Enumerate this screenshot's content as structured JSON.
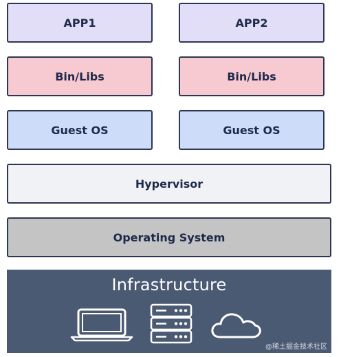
{
  "layers": {
    "app1": "APP1",
    "app2": "APP2",
    "bin_libs_1": "Bin/Libs",
    "bin_libs_2": "Bin/Libs",
    "guest_os_1": "Guest OS",
    "guest_os_2": "Guest OS",
    "hypervisor": "Hypervisor",
    "operating_system": "Operating System"
  },
  "infrastructure": {
    "title": "Infrastructure",
    "icons": [
      "laptop-icon",
      "server-icon",
      "cloud-icon"
    ]
  },
  "watermark": "@稀土掘金技术社区",
  "colors": {
    "app": "#e3def7",
    "bin_libs": "#f7c9d1",
    "guest_os": "#cddcf8",
    "hypervisor": "#f1f2f5",
    "operating_system": "#c4c4c4",
    "infrastructure": "#4b5a73"
  }
}
